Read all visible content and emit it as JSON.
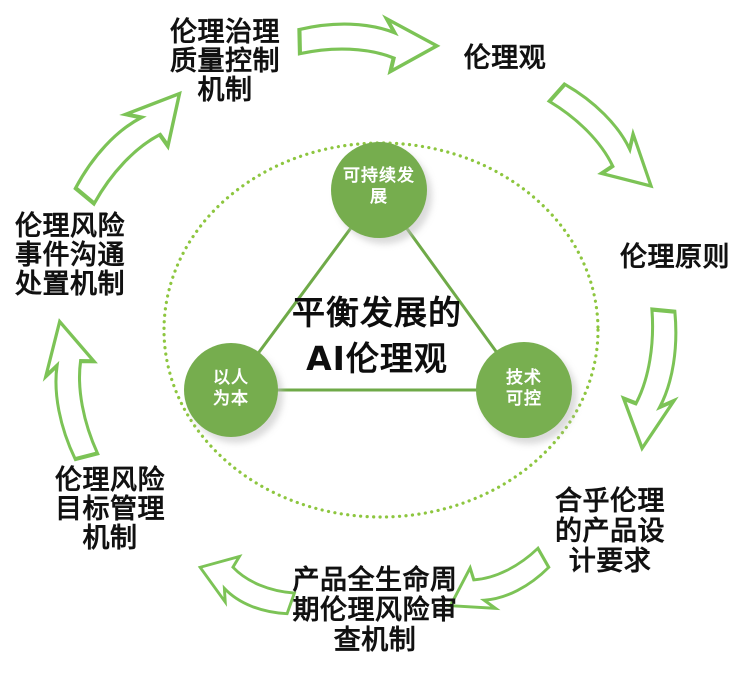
{
  "diagram": {
    "center_title": "平衡发展的\nAI伦理观",
    "core_values": [
      {
        "id": "sustainable-development",
        "label": "可持续发\n展"
      },
      {
        "id": "human-centered",
        "label": "以人\n为本"
      },
      {
        "id": "technology-controllable",
        "label": "技术\n可控"
      }
    ],
    "cycle_steps": [
      {
        "id": "ethics-view",
        "label": "伦理观"
      },
      {
        "id": "ethics-principles",
        "label": "伦理原则"
      },
      {
        "id": "ethical-design",
        "label": "合乎伦理\n的产品设\n计要求"
      },
      {
        "id": "lifecycle-review",
        "label": "产品全生命周\n期伦理风险审\n查机制"
      },
      {
        "id": "risk-target-mgmt",
        "label": "伦理风险\n目标管理\n机制"
      },
      {
        "id": "risk-event-handling",
        "label": "伦理风险\n事件沟通\n处置机制"
      },
      {
        "id": "governance-quality",
        "label": "伦理治理\n质量控制\n机制"
      }
    ],
    "colors": {
      "node_green": "#76ad4e",
      "triangle_line_green": "#6faa48",
      "arrow_outline_green": "#7cc356",
      "dotted_circle_green": "#8dc63f",
      "label_black": "#111111",
      "node_text_white": "#ffffff",
      "background": "#ffffff"
    }
  }
}
